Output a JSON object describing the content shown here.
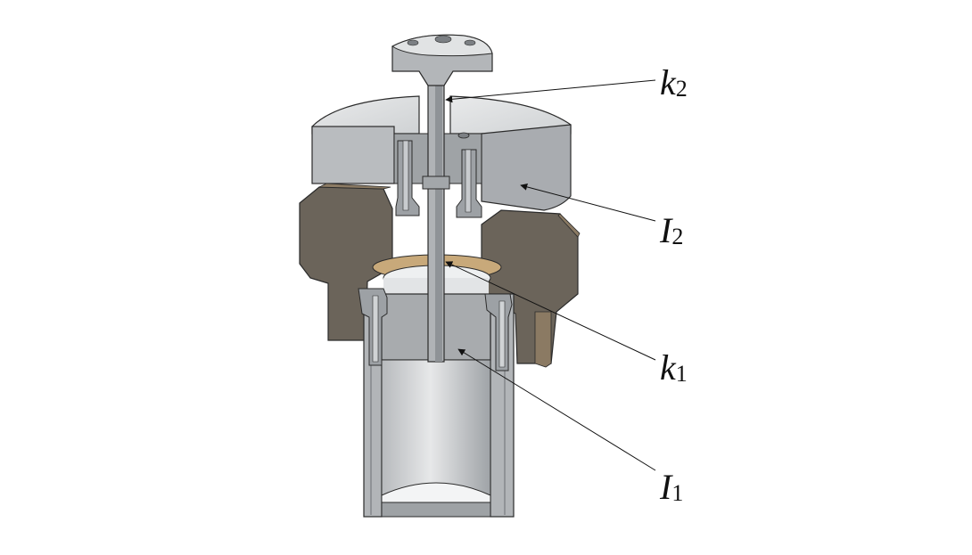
{
  "labels": {
    "k2": {
      "main": "k",
      "sub": "2"
    },
    "i2": {
      "main": "I",
      "sub": "2"
    },
    "k1": {
      "main": "k",
      "sub": "1"
    },
    "i1": {
      "main": "I",
      "sub": "1"
    }
  },
  "colors": {
    "steel_light": "#d6d8da",
    "steel_mid": "#a9acb0",
    "steel_dark": "#8a8d91",
    "magnet_face": "#6b645a",
    "magnet_edge": "#8b7a63",
    "outline": "#2b2b2b",
    "leader": "#111111"
  }
}
